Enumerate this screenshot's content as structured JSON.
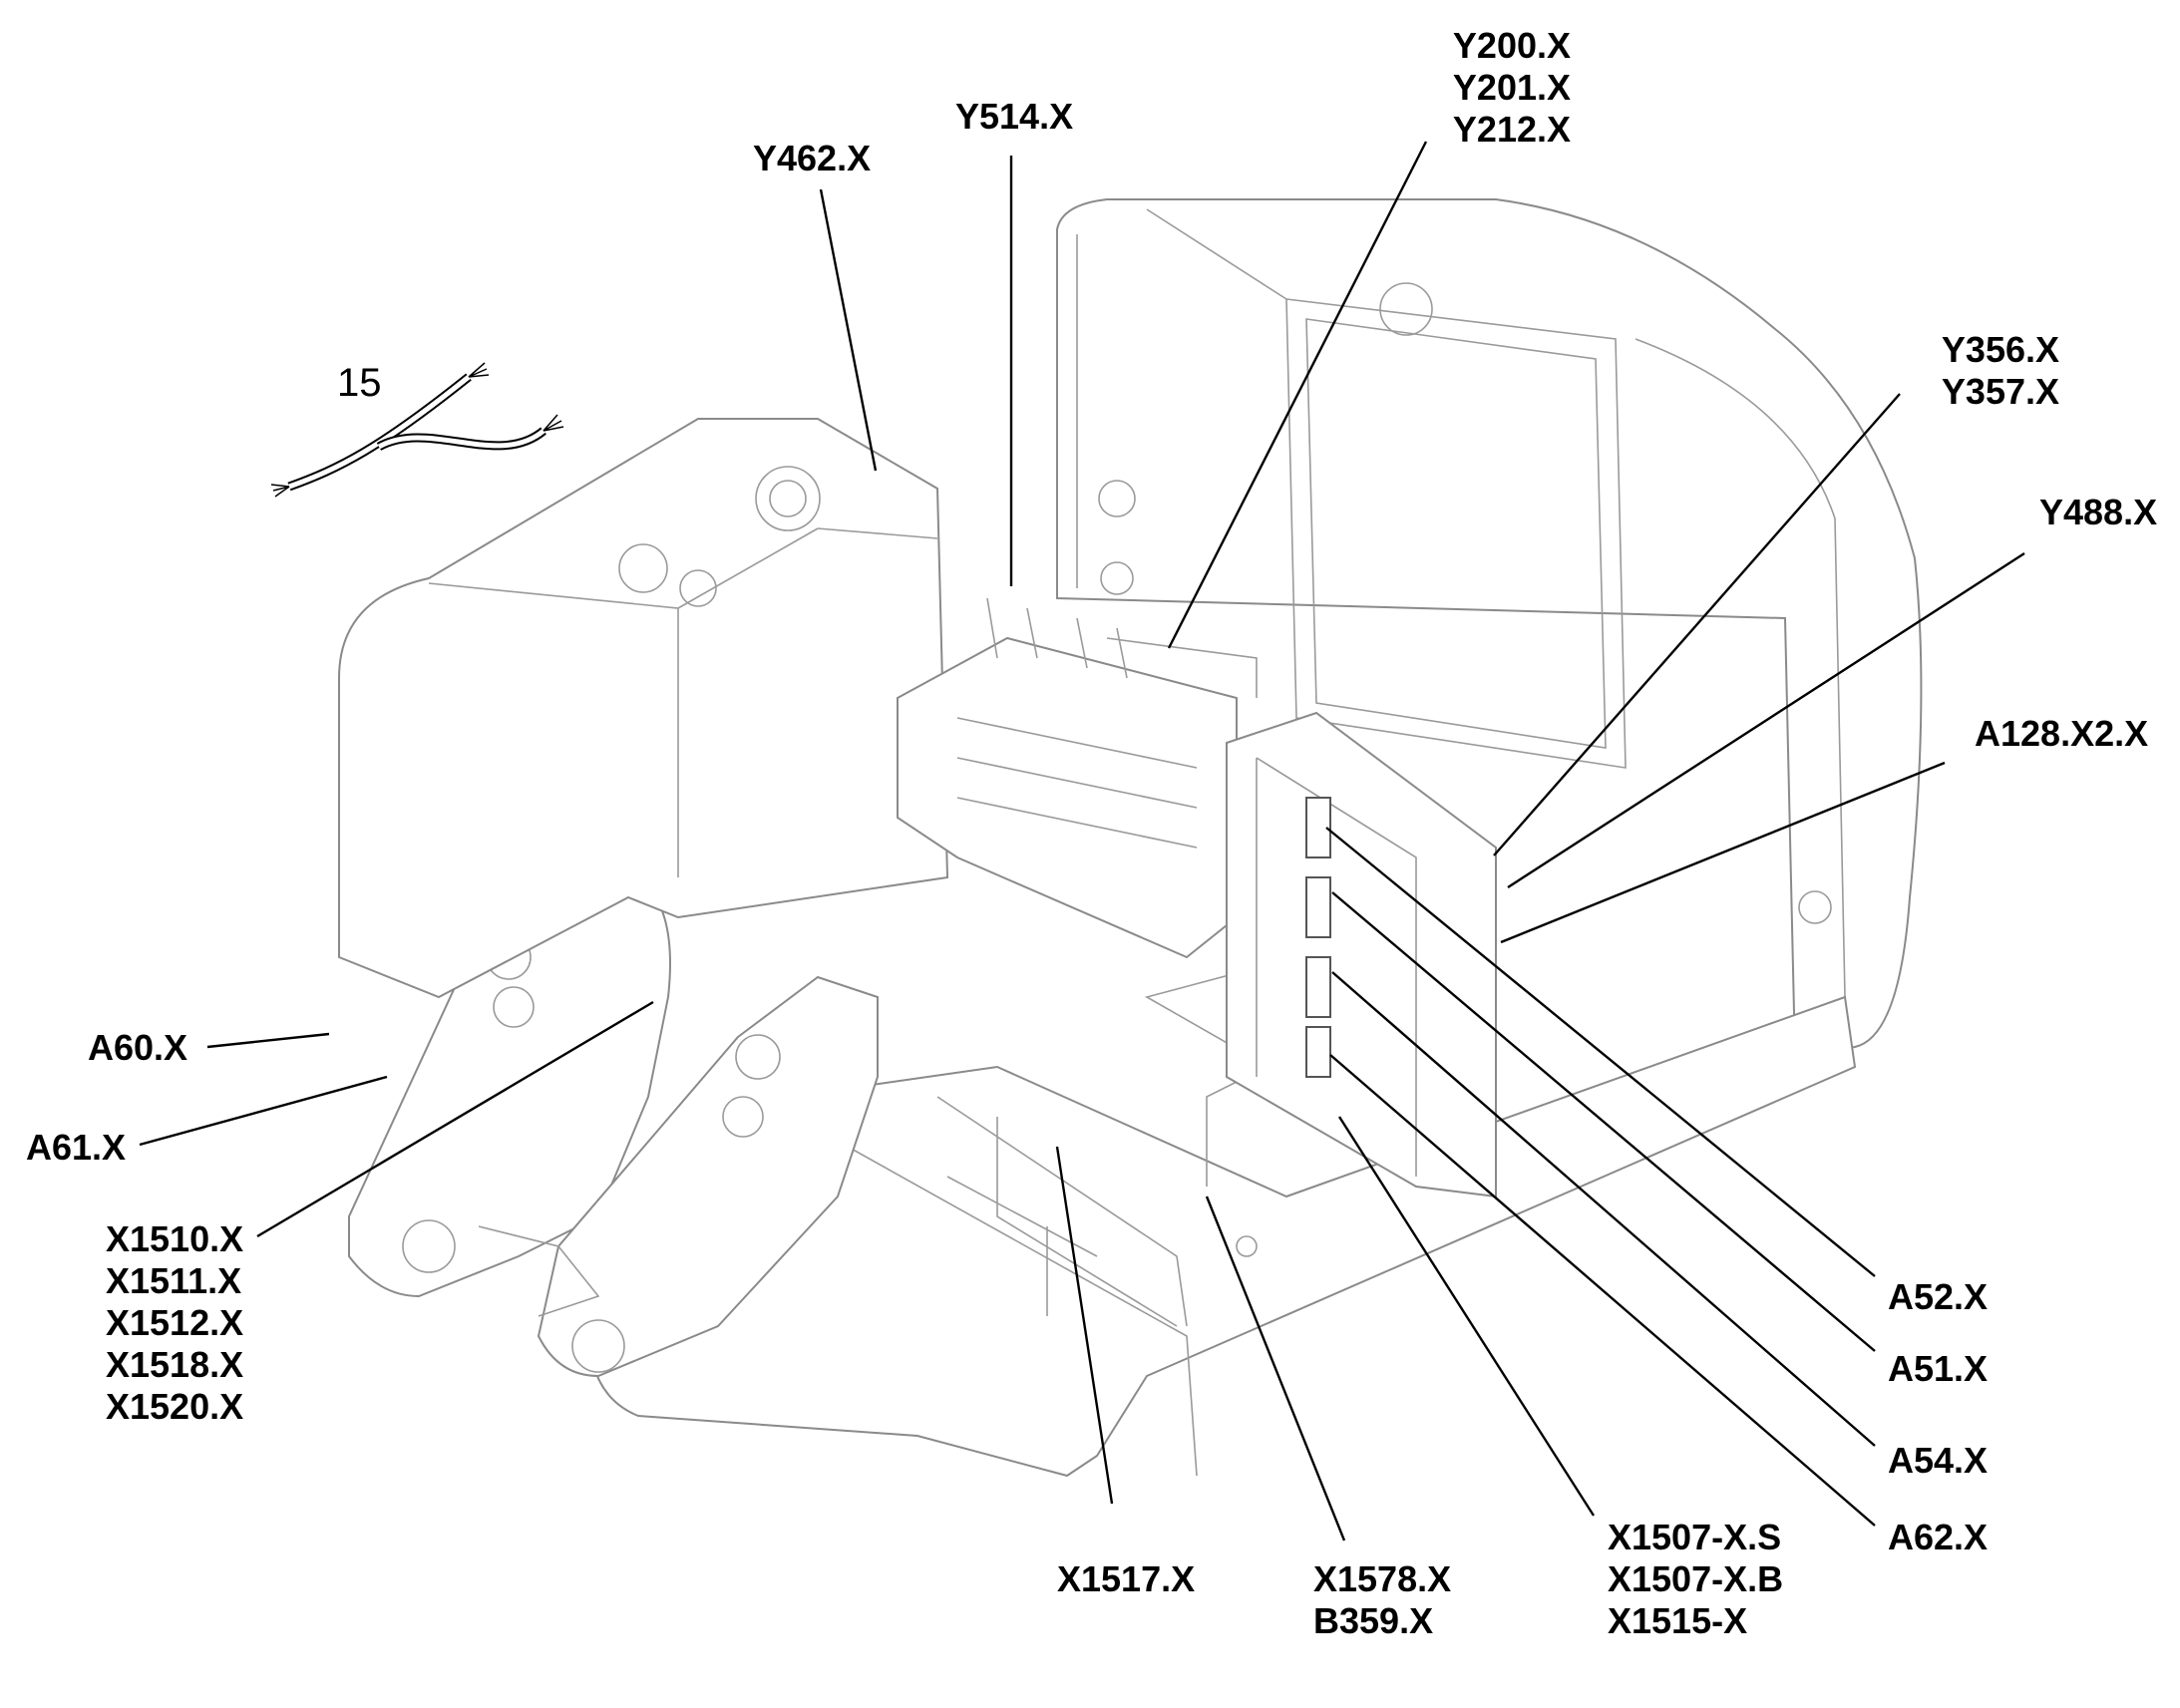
{
  "figure": {
    "item_number": "15",
    "callouts": {
      "y200": [
        "Y200.X",
        "Y201.X",
        "Y212.X"
      ],
      "y514": [
        "Y514.X"
      ],
      "y462": [
        "Y462.X"
      ],
      "y356": [
        "Y356.X",
        "Y357.X"
      ],
      "y488": [
        "Y488.X"
      ],
      "a128": [
        "A128.X2.X"
      ],
      "a60": [
        "A60.X"
      ],
      "a61": [
        "A61.X"
      ],
      "x1510": [
        "X1510.X",
        "X1511.X",
        "X1512.X",
        "X1518.X",
        "X1520.X"
      ],
      "a52": [
        "A52.X"
      ],
      "a51": [
        "A51.X"
      ],
      "a54": [
        "A54.X"
      ],
      "a62": [
        "A62.X"
      ],
      "x1517": [
        "X1517.X"
      ],
      "x1578": [
        "X1578.X",
        "B359.X"
      ],
      "x1507": [
        "X1507-X.S",
        "X1507-X.B",
        "X1515-X"
      ]
    }
  }
}
